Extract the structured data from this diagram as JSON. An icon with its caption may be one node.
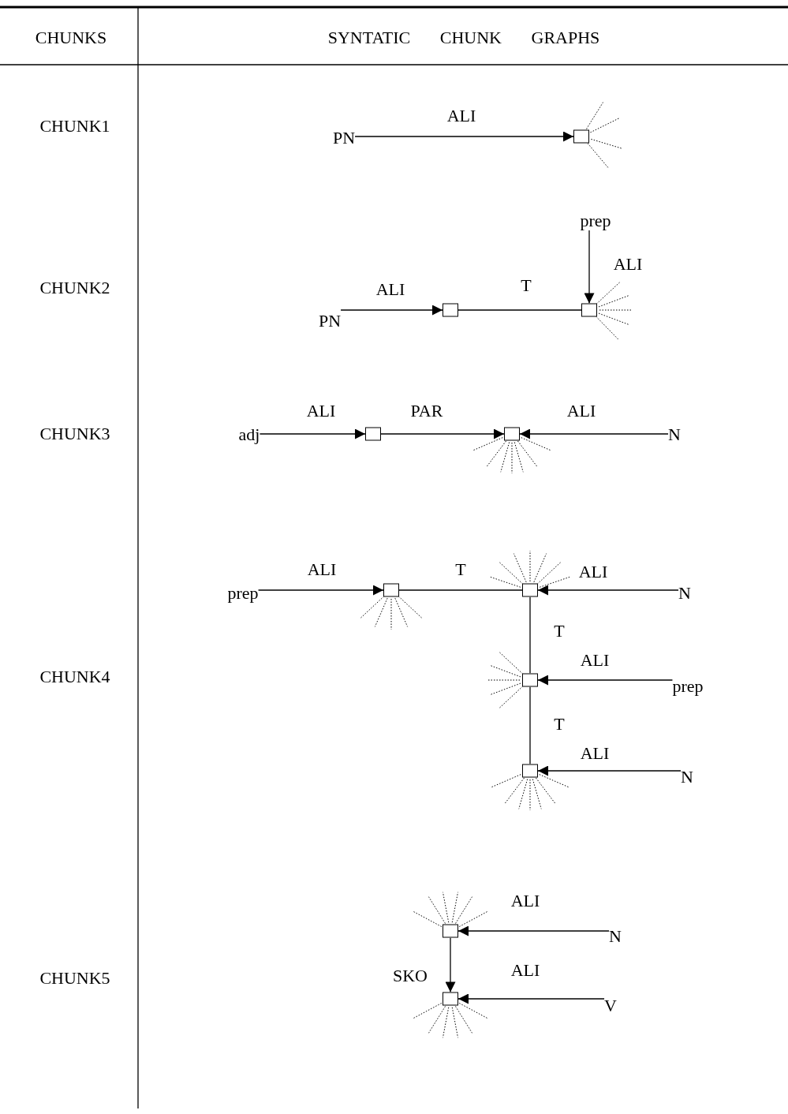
{
  "diagram": {
    "nodes": [
      {
        "text": [
          "PN"
        ]
      },
      {
        "text": [],
        "shape": "box"
      },
      {
        "text": [
          "prep"
        ]
      },
      {
        "text": [
          "PN"
        ]
      },
      {
        "text": [],
        "shape": "box"
      },
      {
        "text": [],
        "shape": "box"
      },
      {
        "text": [
          "adj"
        ]
      },
      {
        "text": [],
        "shape": "box"
      },
      {
        "text": [],
        "shape": "box"
      },
      {
        "text": [
          "N"
        ]
      },
      {
        "text": [
          "prep"
        ]
      },
      {
        "text": [],
        "shape": "box"
      },
      {
        "text": [],
        "shape": "box"
      },
      {
        "text": [
          "N"
        ]
      },
      {
        "text": [],
        "shape": "box"
      },
      {
        "text": [
          "prep"
        ]
      },
      {
        "text": [],
        "shape": "box"
      },
      {
        "text": [
          "N"
        ]
      },
      {
        "text": [],
        "shape": "box"
      },
      {
        "text": [
          "N"
        ]
      },
      {
        "text": [],
        "shape": "box"
      },
      {
        "text": [
          "V"
        ]
      }
    ],
    "edges": [
      {
        "from": 0,
        "to": 1,
        "arrow": "to",
        "label": "ALI"
      },
      {
        "from": 2,
        "to": 5,
        "arrow": "to"
      },
      {
        "from": 3,
        "to": 4,
        "arrow": "to",
        "label": "ALI"
      },
      {
        "from": 4,
        "to": 5,
        "arrow": "none",
        "label": "T"
      },
      {
        "from": 6,
        "to": 7,
        "arrow": "to",
        "label": "ALI"
      },
      {
        "from": 7,
        "to": 8,
        "arrow": "to",
        "label": "PAR"
      },
      {
        "from": 9,
        "to": 8,
        "arrow": "to",
        "label": "ALI"
      },
      {
        "from": 10,
        "to": 11,
        "arrow": "to",
        "label": "ALI"
      },
      {
        "from": 11,
        "to": 12,
        "arrow": "none",
        "label": "T"
      },
      {
        "from": 13,
        "to": 12,
        "arrow": "to",
        "label": "ALI"
      },
      {
        "from": 12,
        "to": 14,
        "arrow": "none",
        "label": "T"
      },
      {
        "from": 15,
        "to": 14,
        "arrow": "to",
        "label": "ALI"
      },
      {
        "from": 14,
        "to": 16,
        "arrow": "none",
        "label": "T"
      },
      {
        "from": 17,
        "to": 16,
        "arrow": "to",
        "label": "ALI"
      },
      {
        "from": 19,
        "to": 18,
        "arrow": "to",
        "label": "ALI"
      },
      {
        "from": 18,
        "to": 20,
        "arrow": "to",
        "label": "SKO"
      },
      {
        "from": 21,
        "to": 20,
        "arrow": "to",
        "label": "ALI"
      }
    ],
    "labels": [
      "CHUNKS",
      "SYNTATIC CHUNK GRAPHS",
      "CHUNK1",
      "CHUNK2",
      "ALI",
      "CHUNK3",
      "CHUNK4",
      "CHUNK5"
    ]
  }
}
